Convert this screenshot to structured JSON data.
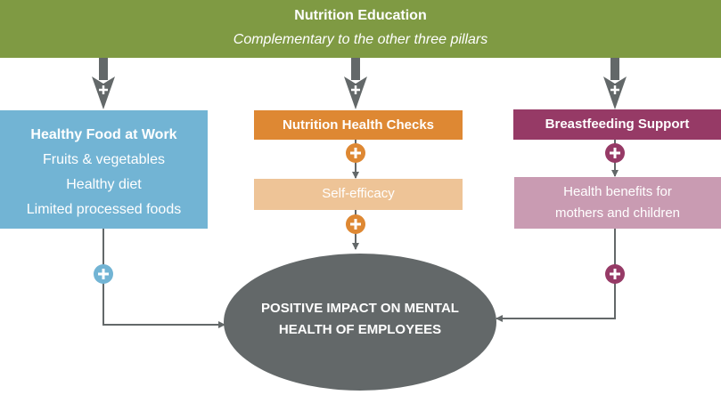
{
  "header": {
    "title": "Nutrition Education",
    "subtitle": "Complementary to the other three pillars"
  },
  "pillars": {
    "food": {
      "title": "Healthy Food at Work",
      "items": [
        "Fruits & vegetables",
        "Healthy diet",
        "Limited processed foods"
      ]
    },
    "checks": {
      "title": "Nutrition Health Checks",
      "outcome": "Self-efficacy"
    },
    "breastfeeding": {
      "title": "Breastfeeding Support",
      "outcome_lines": [
        "Health benefits for",
        "mothers and children"
      ]
    }
  },
  "outcome": {
    "lines": [
      "POSITIVE IMPACT ON MENTAL",
      "HEALTH OF EMPLOYEES"
    ]
  },
  "colors": {
    "green": "#7f9a43",
    "blue": "#72b4d4",
    "orange": "#de8833",
    "light_orange": "#eec497",
    "purple": "#963a66",
    "pink": "#c99bb2",
    "gray": "#636869"
  }
}
